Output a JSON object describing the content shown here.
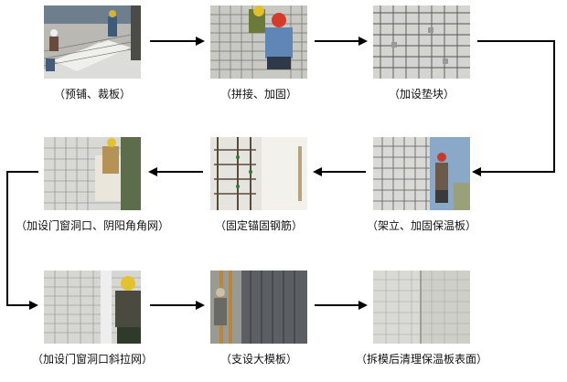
{
  "steps": [
    {
      "label": "（预铺、裁板）",
      "icon": "workers-laying-boards-photo"
    },
    {
      "label": "（拼接、加固）",
      "icon": "worker-splicing-mesh-photo"
    },
    {
      "label": "（加设垫块）",
      "icon": "spacer-blocks-rebar-photo"
    },
    {
      "label": "（架立、加固保温板）",
      "icon": "erect-insulation-board-photo"
    },
    {
      "label": "（固定锚固钢筋）",
      "icon": "anchor-rebar-photo"
    },
    {
      "label": "（加设门窗洞口、阴阳角角网）",
      "icon": "opening-corner-mesh-photo"
    },
    {
      "label": "（加设门窗洞口斜拉网）",
      "icon": "diagonal-mesh-photo"
    },
    {
      "label": "（支设大模板）",
      "icon": "large-formwork-photo"
    },
    {
      "label": "（拆模后清理保温板表面）",
      "icon": "clean-board-surface-photo"
    }
  ],
  "colors": {
    "arrow": "#000000",
    "caption": "#111111",
    "mesh": "#5a5a5a",
    "board": "#d9d9d6",
    "sky": "#8aa9c9"
  }
}
